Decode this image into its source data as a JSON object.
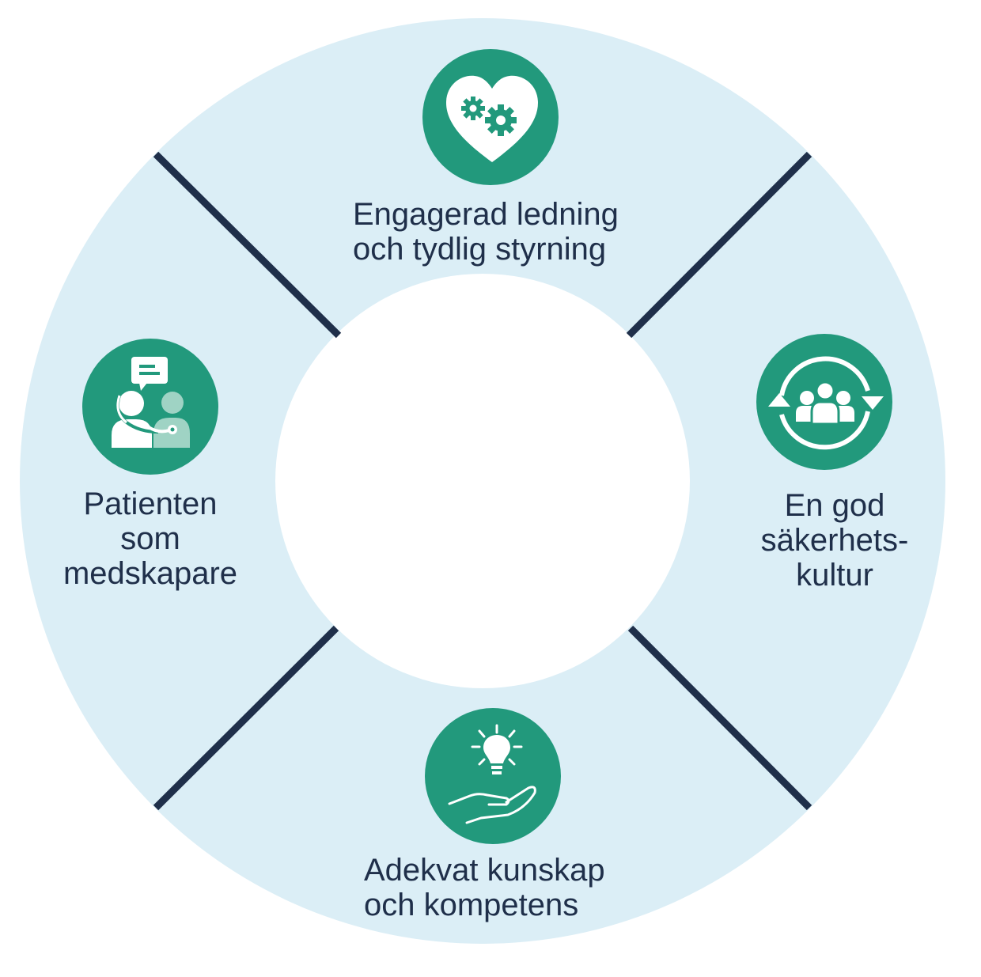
{
  "colors": {
    "ring": "#dbeef6",
    "center": "#ffffff",
    "divider": "#1f2f4a",
    "icon_bg": "#22997c",
    "icon_fg": "#ffffff",
    "text": "#1f2f4a"
  },
  "segments": {
    "top": {
      "icon": "heart-gears-icon",
      "lines": [
        "Engagerad ledning",
        "och tydlig styrning"
      ]
    },
    "right": {
      "icon": "team-cycle-icon",
      "lines": [
        "En god",
        "säkerhets-",
        "kultur"
      ]
    },
    "bottom": {
      "icon": "lightbulb-hand-icon",
      "lines": [
        "Adekvat kunskap",
        "och kompetens"
      ]
    },
    "left": {
      "icon": "doctor-patient-icon",
      "lines": [
        "Patienten",
        "som",
        "medskapare"
      ]
    }
  }
}
